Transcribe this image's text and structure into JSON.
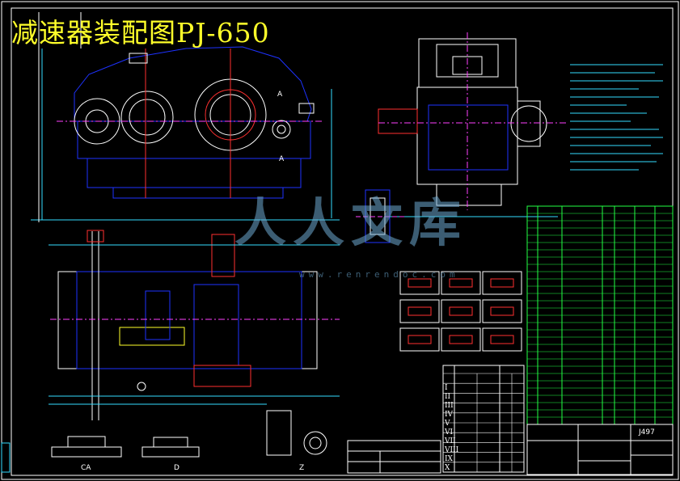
{
  "title": "减速器装配图PJ-650",
  "labels": {
    "drawing_no": "J497",
    "view_ca": "CA",
    "view_d": "D",
    "view_z": "Z",
    "section_a1": "A",
    "section_a2": "A",
    "roman_numerals": [
      "I",
      "II",
      "III",
      "IV",
      "V",
      "VI",
      "VII",
      "VIII",
      "IX",
      "X"
    ]
  },
  "watermark": {
    "text": "人人文库",
    "url": "www.renrendoc.com"
  },
  "colors": {
    "background": "#000000",
    "title": "#ffff2a",
    "outline": "#ffffff",
    "parts": "#1e32ff",
    "hatch": "#ff3030",
    "table": "#22ff44",
    "center": "#ff40ff",
    "dims": "#33ddff"
  }
}
